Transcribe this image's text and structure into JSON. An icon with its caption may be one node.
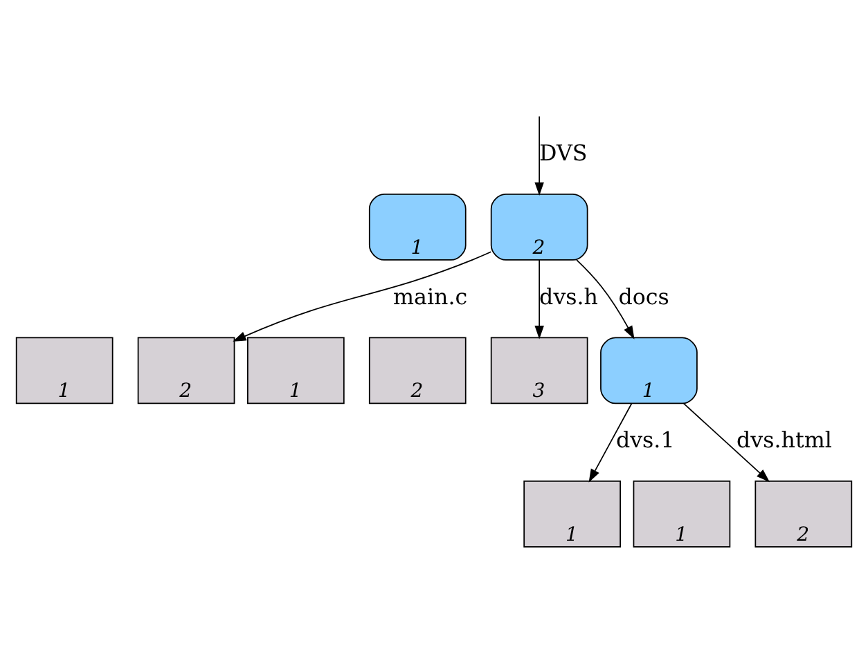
{
  "diagram": {
    "nodes": [
      {
        "text": [
          "1"
        ]
      },
      {
        "text": [
          "2"
        ]
      },
      {
        "text": [
          "1"
        ]
      },
      {
        "text": [
          "2"
        ]
      },
      {
        "text": [
          "1"
        ]
      },
      {
        "text": [
          "2"
        ]
      },
      {
        "text": [
          "3"
        ]
      },
      {
        "text": [
          "1"
        ]
      },
      {
        "text": [
          "1"
        ]
      },
      {
        "text": [
          "1"
        ]
      },
      {
        "text": [
          "2"
        ]
      }
    ],
    "edges": [
      {
        "from": null,
        "to": 1,
        "arrow": "to",
        "label": "DVS"
      },
      {
        "from": 1,
        "to": 3,
        "arrow": "to",
        "label": "main.c"
      },
      {
        "from": 1,
        "to": 6,
        "arrow": "to",
        "label": "dvs.h"
      },
      {
        "from": 1,
        "to": 7,
        "arrow": "to",
        "label": "docs"
      },
      {
        "from": 7,
        "to": 8,
        "arrow": "to",
        "label": "dvs.1"
      },
      {
        "from": 7,
        "to": 10,
        "arrow": "to",
        "label": "dvs.html"
      }
    ]
  }
}
